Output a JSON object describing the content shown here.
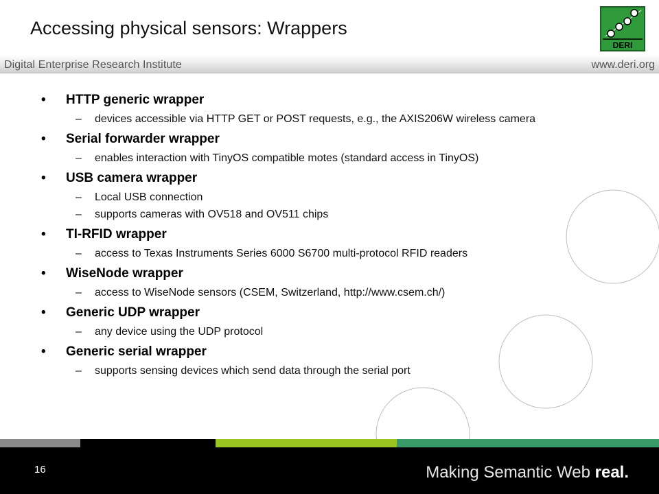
{
  "slide": {
    "title": "Accessing physical sensors: Wrappers",
    "header_left": "Digital Enterprise Research Institute",
    "header_right": "www.deri.org",
    "logo_text": "DERI",
    "page_number": "16",
    "tagline_regular": "Making Semantic Web ",
    "tagline_bold": "real."
  },
  "bullets": [
    {
      "heading": "HTTP generic wrapper",
      "subs": [
        "devices accessible via HTTP GET or POST requests, e.g., the AXIS206W wireless camera"
      ]
    },
    {
      "heading": "Serial forwarder wrapper",
      "subs": [
        "enables interaction with TinyOS compatible motes (standard access in TinyOS)"
      ]
    },
    {
      "heading": "USB camera wrapper",
      "subs": [
        "Local USB connection",
        "supports cameras with OV518 and OV511 chips"
      ]
    },
    {
      "heading": "TI-RFID wrapper",
      "subs": [
        "access to Texas Instruments Series 6000 S6700 multi-protocol RFID readers"
      ]
    },
    {
      "heading": "WiseNode wrapper",
      "subs": [
        "access to WiseNode sensors (CSEM, Switzerland, http://www.csem.ch/)"
      ]
    },
    {
      "heading": "Generic UDP wrapper",
      "subs": [
        "any device using the UDP protocol"
      ]
    },
    {
      "heading": "Generic serial wrapper",
      "subs": [
        "supports sensing devices which send data through the serial port"
      ]
    }
  ],
  "symbols": {
    "bullet": "•",
    "dash": "–"
  },
  "colors": {
    "logo_green": "#2e9a3a",
    "stripe_gray": "#8a8a8a",
    "stripe_black": "#000000",
    "stripe_lime": "#9cc421",
    "stripe_teal": "#3a9a6a",
    "footer_bg": "#000000"
  }
}
